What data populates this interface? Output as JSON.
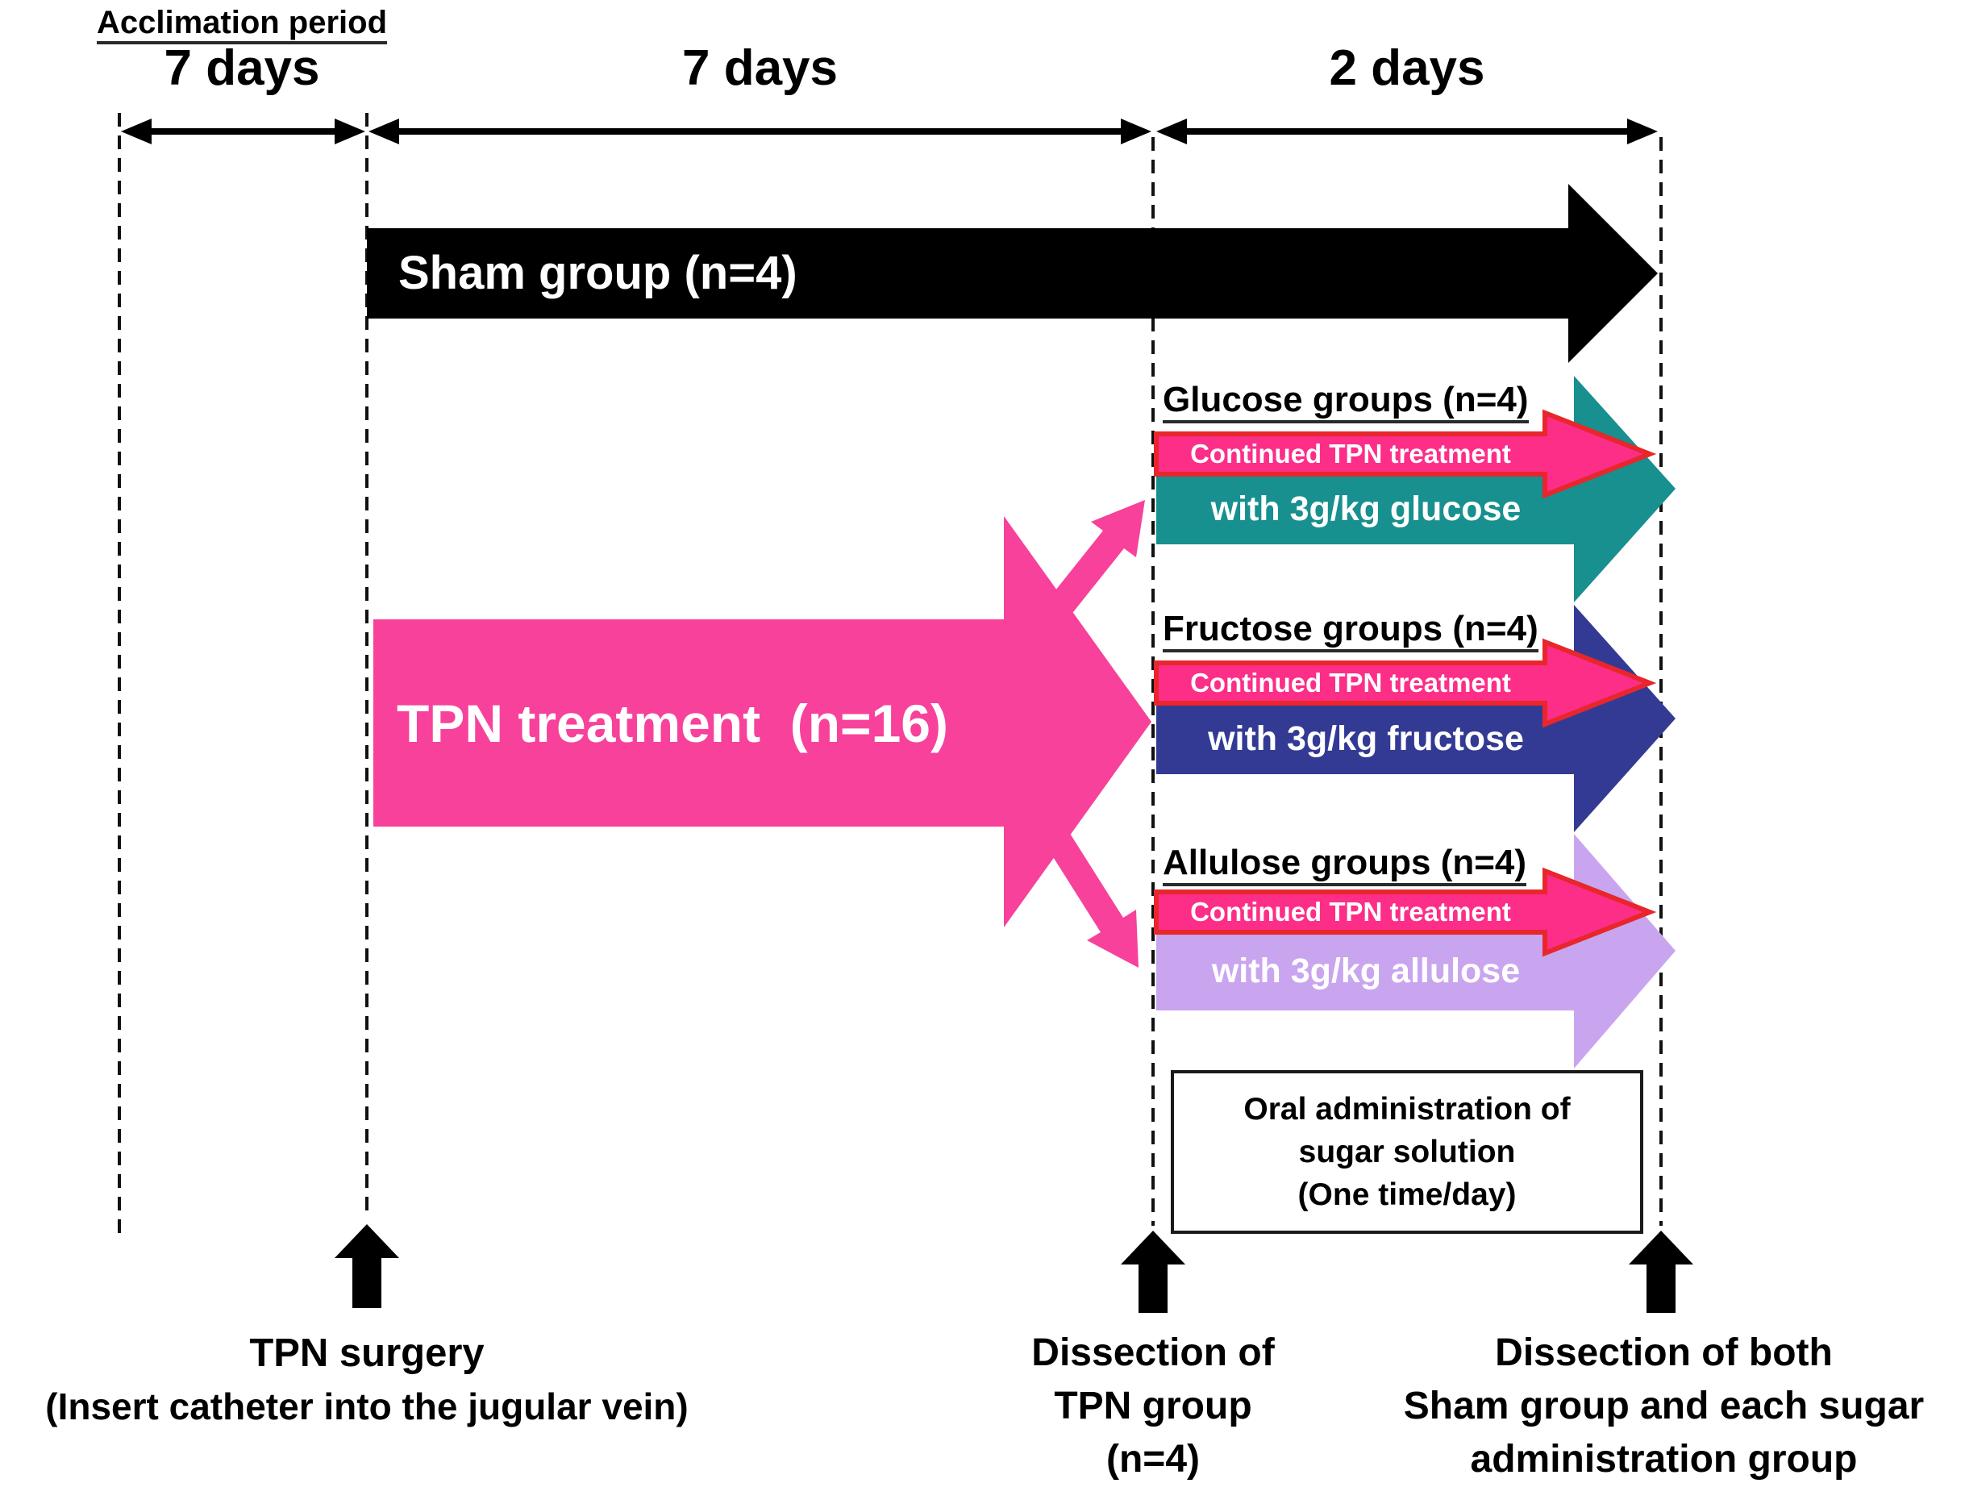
{
  "header": {
    "acclimation_label": "Acclimation period",
    "periods": [
      {
        "label": "7 days"
      },
      {
        "label": "7 days"
      },
      {
        "label": "2 days"
      }
    ]
  },
  "sham": {
    "label": "Sham group (n=4)"
  },
  "tpn": {
    "label": "TPN treatment  (n=16)"
  },
  "groups": [
    {
      "name": "glucose",
      "label": "Glucose groups (n=4)",
      "continued_label": "Continued TPN treatment",
      "with_label": "with 3g/kg glucose",
      "color": "#17908f"
    },
    {
      "name": "fructose",
      "label": "Fructose groups (n=4)",
      "continued_label": "Continued TPN treatment",
      "with_label": "with 3g/kg fructose",
      "color": "#333a94"
    },
    {
      "name": "allulose",
      "label": "Allulose groups (n=4)",
      "continued_label": "Continued TPN treatment",
      "with_label": "with 3g/kg allulose",
      "color": "#c9a5ef"
    }
  ],
  "oral_box": {
    "lines": [
      "Oral administration of",
      "sugar solution",
      "(One time/day)"
    ]
  },
  "milestones": [
    {
      "lines": [
        "TPN surgery",
        "(Insert catheter into the jugular vein)"
      ]
    },
    {
      "lines": [
        "Dissection of",
        "TPN group",
        "(n=4)"
      ]
    },
    {
      "lines": [
        "Dissection of both",
        "Sham group and each sugar",
        "administration group"
      ]
    }
  ],
  "colors": {
    "black": "#000000",
    "pink_big": "#f7419b",
    "pink_small": "#fc2e88",
    "red_border": "#e8262b",
    "line": "#111111"
  }
}
